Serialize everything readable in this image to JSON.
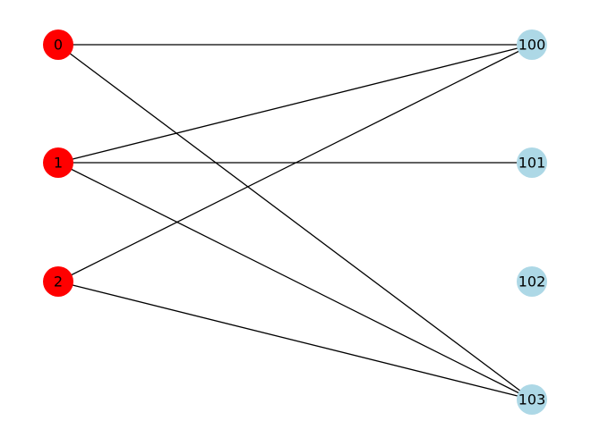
{
  "graph": {
    "left_nodes": [
      {
        "id": "n0",
        "label": "0"
      },
      {
        "id": "n1",
        "label": "1"
      },
      {
        "id": "n2",
        "label": "2"
      }
    ],
    "right_nodes": [
      {
        "id": "n100",
        "label": "100"
      },
      {
        "id": "n101",
        "label": "101"
      },
      {
        "id": "n102",
        "label": "102"
      },
      {
        "id": "n103",
        "label": "103"
      }
    ],
    "edges": [
      [
        "n0",
        "n100"
      ],
      [
        "n0",
        "n103"
      ],
      [
        "n1",
        "n100"
      ],
      [
        "n1",
        "n101"
      ],
      [
        "n1",
        "n103"
      ],
      [
        "n2",
        "n100"
      ],
      [
        "n2",
        "n103"
      ]
    ],
    "colors": {
      "left_node": "#ff0000",
      "right_node": "#add8e6",
      "edge": "#000000"
    }
  }
}
